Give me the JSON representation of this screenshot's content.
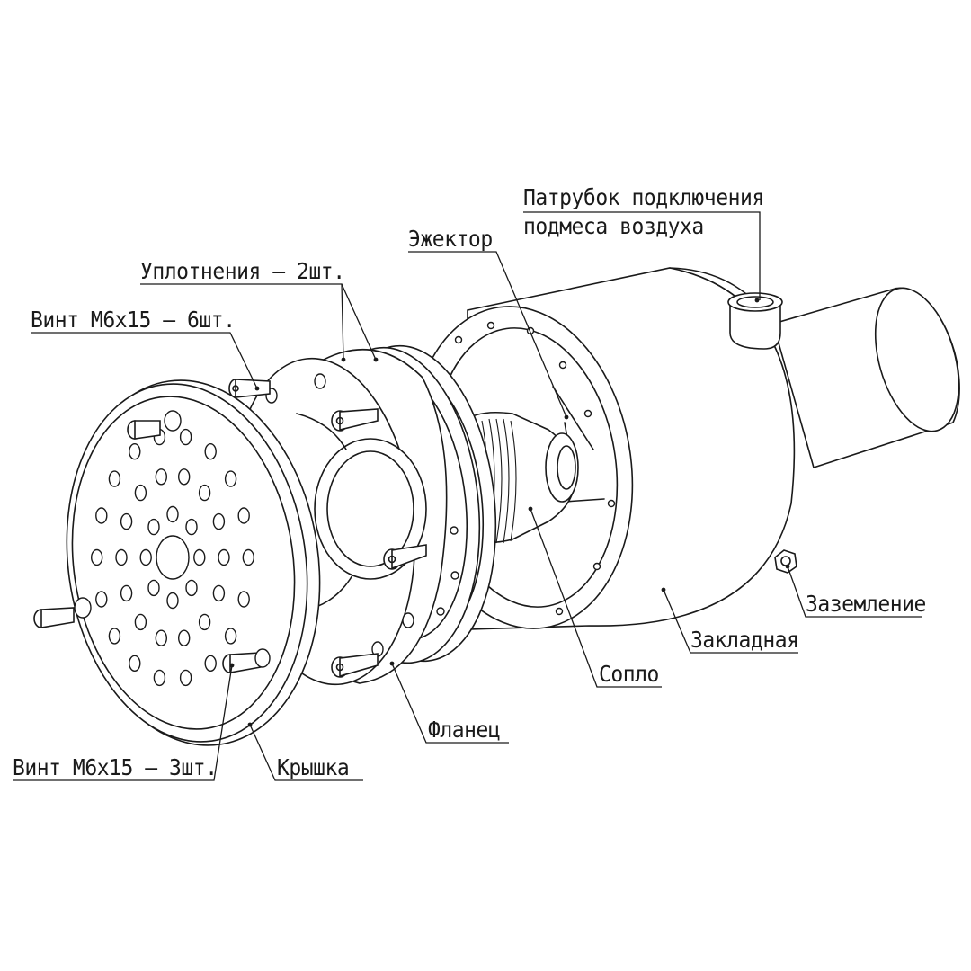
{
  "labels": {
    "patrubok_line1": "Патрубок подключения",
    "patrubok_line2": "подмеса воздуха",
    "ezhektor": "Эжектор",
    "uplotneniya": "Уплотнения – 2шт.",
    "vint6": "Винт М6х15 – 6шт.",
    "zazemlenie": "Заземление",
    "zakladnaya": "Закладная",
    "soplo": "Сопло",
    "flanets": "Фланец",
    "vint3": "Винт М6х15 – 3шт.",
    "kryshka": "Крышка"
  }
}
